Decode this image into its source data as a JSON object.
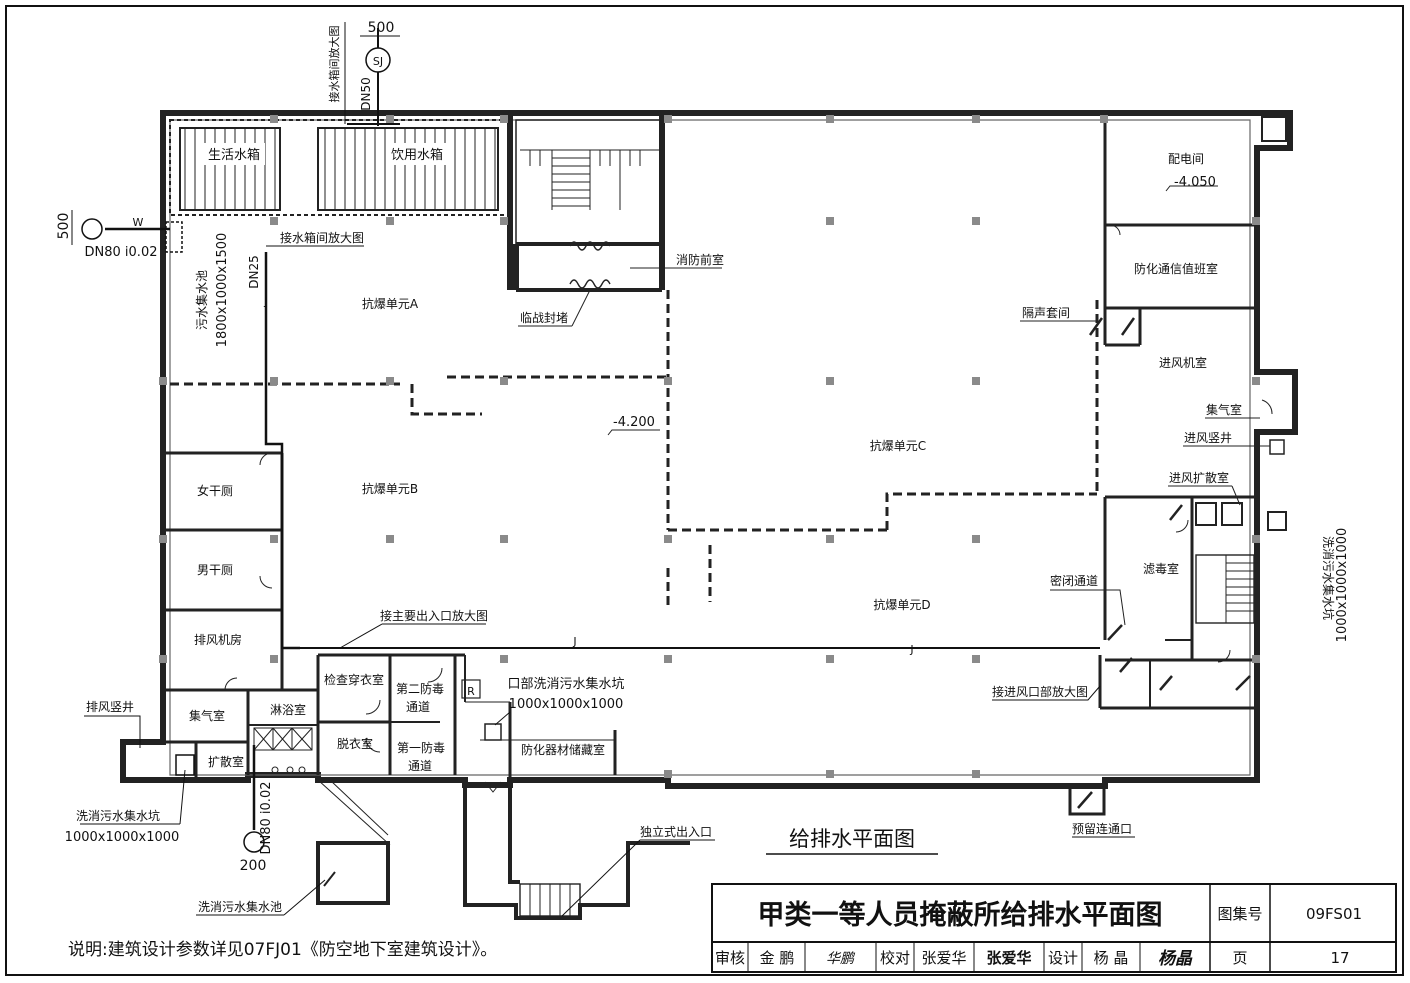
{
  "title_block": {
    "drawing_title": "甲类一等人员掩蔽所给排水平面图",
    "atlas_label": "图集号",
    "atlas_number": "09FS01",
    "page_label": "页",
    "page_number": "17",
    "review_label": "审核",
    "reviewer": "金 鹏",
    "reviewer_signature": "华鹏",
    "check_label": "校对",
    "checker": "张爱华",
    "checker_signature": "张爱华",
    "design_label": "设计",
    "designer": "杨 晶",
    "designer_signature": "杨晶"
  },
  "plan_title": "给排水平面图",
  "note": "说明:建筑设计参数详见07FJ01《防空地下室建筑设计》。",
  "rooms": {
    "domestic_tank": "生活水箱",
    "drinking_tank": "饮用水箱",
    "fire_anteroom": "消防前室",
    "temp_block": "临战封堵",
    "unit_a": "抗爆单元A",
    "unit_b": "抗爆单元B",
    "unit_c": "抗爆单元C",
    "unit_d": "抗爆单元D",
    "female_toilet": "女干厕",
    "male_toilet": "男干厕",
    "exhaust_room": "排风机房",
    "gas_room_left": "集气室",
    "shower_room": "淋浴室",
    "diffusion_left": "扩散室",
    "inspect_room": "检查穿衣室",
    "undress_room": "脱衣室",
    "second_decon": "第二防毒\n通道",
    "first_decon": "第一防毒\n通道",
    "equip_store": "防化器材储藏室",
    "power_room": "配电间",
    "comm_room": "防化通信值班室",
    "intake_fan": "进风机室",
    "sound_lock": "隔声套间",
    "gas_room_right": "集气室",
    "intake_shaft": "进风竖井",
    "intake_diffusion": "进风扩散室",
    "filter_room": "滤毒室",
    "sealed_passage": "密闭通道",
    "exhaust_shaft": "排风竖井"
  },
  "labels": {
    "tank_room_detail_top": "接水箱间放大图",
    "tank_room_detail": "接水箱间放大图",
    "main_entrance_detail": "接主要出入口放大图",
    "intake_detail": "接进风口部放大图",
    "independent_exit": "独立式出入口",
    "reserved_passage": "预留连通口",
    "sewage_pool_left_name": "污水集水池",
    "sewage_pool_left_size": "1800x1000x1500",
    "entrance_pit_name": "口部洗消污水集水坑",
    "entrance_pit_size": "1000x1000x1000",
    "pit_bottom_left_name": "洗消污水集水坑",
    "pit_bottom_left_size": "1000x1000x1000",
    "pit_right_name": "洗消污水集水坑",
    "pit_right_size": "1000x1000x1000",
    "pool_bottom_name": "洗消污水集水池",
    "elev_main": "-4.200",
    "elev_power": "-4.050",
    "dn50": "DN50",
    "dn25": "DN25",
    "dn80_left": "DN80  i0.02",
    "dn80_bottom": "DN80  i0.02",
    "dim_500_top": "500",
    "dim_500_left": "500",
    "dim_200_bottom": "200",
    "sj": "SJ",
    "w_mark": "W",
    "j_mark": "J",
    "r_mark": "R"
  }
}
